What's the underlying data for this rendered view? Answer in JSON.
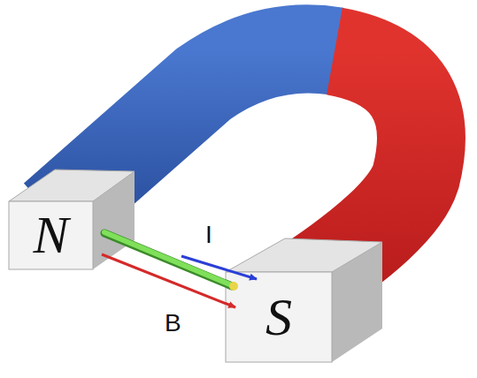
{
  "diagram": {
    "nodes": [
      {
        "text": [
          "N"
        ]
      },
      {
        "text": [
          "S"
        ]
      }
    ],
    "labels": [
      "I",
      "B"
    ]
  }
}
